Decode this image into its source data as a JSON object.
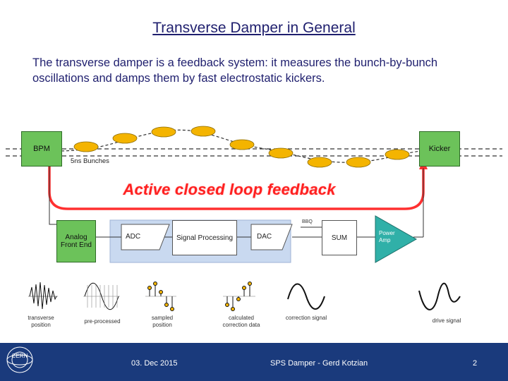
{
  "slide": {
    "title": "Transverse Damper in General",
    "intro": "The transverse damper is a feedback system: it measures the bunch-by-bunch oscillations and damps them by fast electrostatic kickers."
  },
  "beam": {
    "bpm_label": "BPM",
    "kicker_label": "Kicker",
    "bunches_label": "5ns Bunches",
    "feedback_label": "Active closed loop feedback"
  },
  "chain": {
    "analog_front_end": "Analog Front End",
    "adc": "ADC",
    "signal_processing": "Signal Processing",
    "dac": "DAC",
    "bbq": "BBQ",
    "sum": "SUM",
    "power_amp": "Power Amp"
  },
  "waveforms": {
    "transverse_position": "transverse position",
    "pre_processed": "pre-processed",
    "sampled_position": "sampled position",
    "calculated_correction_data": "calculated correction data",
    "correction_signal": "correction signal",
    "drive_signal": "drive signal"
  },
  "footer": {
    "logo": "CERN",
    "date": "03. Dec 2015",
    "author": "SPS Damper - Gerd Kotzian",
    "page": "2"
  },
  "colors": {
    "title": "#1f1f6e",
    "box_green": "#6cc25a",
    "bunch": "#f4b400",
    "feedback_red": "#ff2020",
    "processing_blue": "#c9d9f0",
    "footer": "#1a3a7c"
  }
}
